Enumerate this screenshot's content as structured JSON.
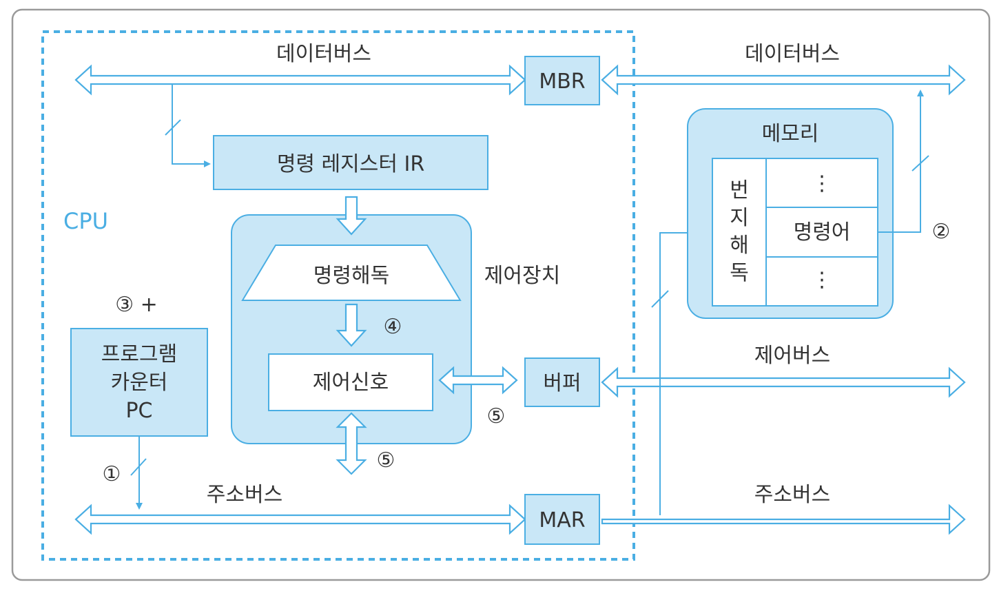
{
  "cpu_label": "CPU",
  "buses": {
    "data_bus_left": "데이터버스",
    "data_bus_right": "데이터버스",
    "control_bus": "제어버스",
    "address_bus_left": "주소버스",
    "address_bus_right": "주소버스"
  },
  "registers": {
    "mbr": "MBR",
    "mar": "MAR",
    "ir": "명령 레지스터 IR",
    "buffer": "버퍼",
    "pc_line1": "프로그램",
    "pc_line2": "카운터",
    "pc_line3": "PC"
  },
  "control_unit": {
    "label": "제어장치",
    "decode": "명령해독",
    "signal": "제어신호"
  },
  "memory": {
    "title": "메모리",
    "address_decode": [
      "번",
      "지",
      "해",
      "독"
    ],
    "dots_top": "⋮",
    "instruction": "명령어",
    "dots_bottom": "⋮"
  },
  "steps": {
    "step1": "①",
    "step2": "②",
    "step3": "③ +",
    "step4": "④",
    "step5a": "⑤",
    "step5b": "⑤"
  },
  "colors": {
    "accent": "#4aaee3",
    "box_fill": "#c9e7f7",
    "frame": "#9a9a9a",
    "text": "#333333"
  }
}
